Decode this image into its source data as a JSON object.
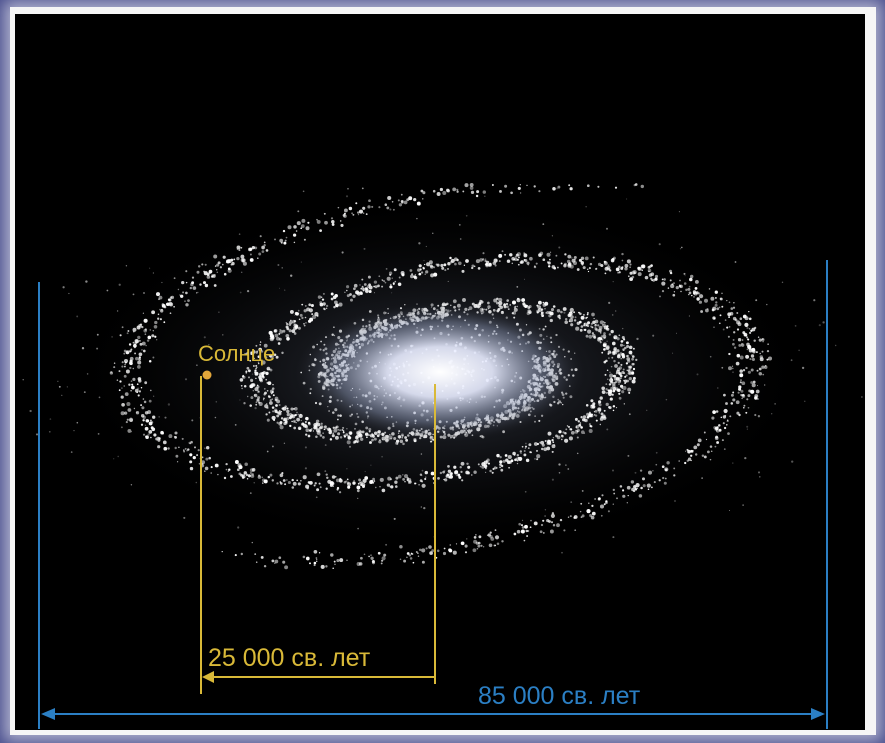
{
  "diagram": {
    "sun_label": "Солнце",
    "sun_distance_label": "25 000 св. лет",
    "diameter_label": "85 000 св. лет",
    "colors": {
      "background": "#000000",
      "frame": "#4a4f8e",
      "sun_marker": "#d9b938",
      "diameter_marker": "#2b7fc4",
      "stars": "#ffffff"
    }
  }
}
